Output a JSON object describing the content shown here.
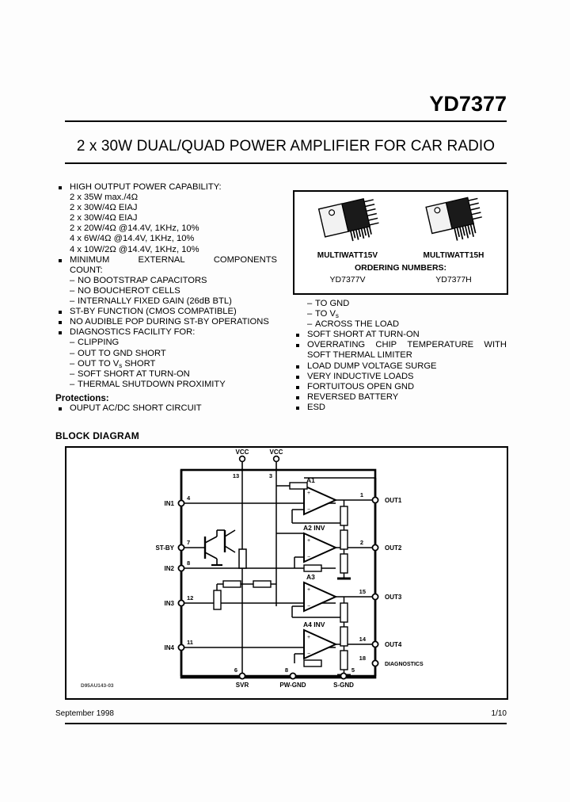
{
  "header": {
    "part_number": "YD7377",
    "subtitle": "2 x 30W DUAL/QUAD POWER AMPLIFIER FOR CAR RADIO"
  },
  "features_left": {
    "high_power_title": "HIGH OUTPUT POWER CAPABILITY:",
    "power_lines": [
      "2 x 35W max./4Ω",
      "2 x 30W/4Ω EIAJ",
      "2 x 30W/4Ω EIAJ",
      "2 x 20W/4Ω @14.4V, 1KHz, 10%",
      "4 x 6W/4Ω @14.4V, 1KHz, 10%",
      "4 x 10W/2Ω @14.4V, 1KHz, 10%"
    ],
    "min_ext_word1": "MINIMUM",
    "min_ext_word2": "EXTERNAL",
    "min_ext_word3": "COMPONENTS",
    "min_ext_line2": "COUNT:",
    "min_ext_sub": [
      "NO BOOTSTRAP CAPACITORS",
      "NO BOUCHEROT CELLS",
      "INTERNALLY FIXED GAIN (26dB BTL)"
    ],
    "stby": "ST-BY FUNCTION (CMOS COMPATIBLE)",
    "nopop": "NO AUDIBLE POP DURING ST-BY OPERATIONS",
    "diagnostics_title": "DIAGNOSTICS FACILITY FOR:",
    "diagnostics_sub": [
      "CLIPPING",
      "OUT TO GND SHORT",
      "OUT TO V|s| SHORT",
      "SOFT SHORT AT TURN-ON",
      "THERMAL SHUTDOWN PROXIMITY"
    ],
    "protections_title": "Protections:",
    "protections_item": "OUPUT AC/DC SHORT CIRCUIT"
  },
  "features_right": {
    "dashes": [
      "TO GND",
      "TO V|s|",
      "ACROSS THE LOAD"
    ],
    "soft_short": "SOFT SHORT AT TURN-ON",
    "overrating_w1": "OVERRATING",
    "overrating_w2": "CHIP",
    "overrating_w3": "TEMPERATURE",
    "overrating_w4": "WITH",
    "overrating_line2": "SOFT THERMAL LIMITER",
    "items": [
      "LOAD DUMP VOLTAGE SURGE",
      "VERY INDUCTIVE LOADS",
      "FORTUITOUS OPEN GND",
      "REVERSED BATTERY",
      "ESD"
    ]
  },
  "package_box": {
    "packages": [
      {
        "name": "MULTIWATT15V"
      },
      {
        "name": "MULTIWATT15H"
      }
    ],
    "ordering_title": "ORDERING NUMBERS:",
    "ordering_numbers": [
      "YD7377V",
      "YD7377H"
    ]
  },
  "block_diagram": {
    "title": "BLOCK DIAGRAM",
    "supply_pins": [
      {
        "label": "VCC",
        "pin": "13"
      },
      {
        "label": "VCC",
        "pin": "3"
      }
    ],
    "input_pins": [
      {
        "label": "IN1",
        "pin": "4"
      },
      {
        "label": "ST-BY",
        "pin": "7"
      },
      {
        "label": "IN2",
        "pin": "8"
      },
      {
        "label": "IN3",
        "pin": "12"
      },
      {
        "label": "IN4",
        "pin": "11"
      }
    ],
    "output_pins": [
      {
        "label": "OUT1",
        "pin": "1"
      },
      {
        "label": "OUT2",
        "pin": "2"
      },
      {
        "label": "OUT3",
        "pin": "15"
      },
      {
        "label": "OUT4",
        "pin": "14"
      },
      {
        "label": "DIAGNOSTICS",
        "pin": "18"
      }
    ],
    "bottom_pins": [
      {
        "label": "SVR",
        "pin": "6"
      },
      {
        "label": "PW-GND",
        "pin": "8"
      },
      {
        "label": "S-GND",
        "pin": "5"
      }
    ],
    "amplifiers": [
      {
        "name": "A1"
      },
      {
        "name": "A2 INV"
      },
      {
        "name": "A3"
      },
      {
        "name": "A4 INV"
      }
    ],
    "drawing_ref": "D95AU143-03"
  },
  "footer": {
    "date": "September 1998",
    "page": "1/10"
  }
}
